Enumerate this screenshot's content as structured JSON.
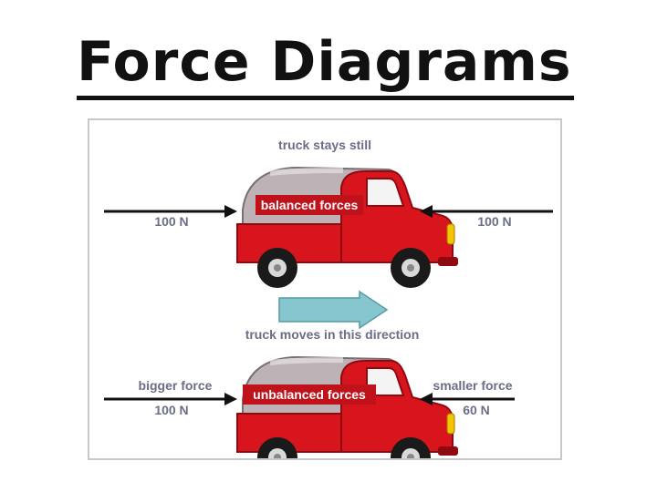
{
  "slide": {
    "title": "Force Diagrams"
  },
  "diagram": {
    "top": {
      "caption": "truck stays still",
      "truck_label": "balanced forces",
      "left_force": "100 N",
      "right_force": "100 N"
    },
    "motion": {
      "caption": "truck moves in this direction"
    },
    "bottom": {
      "truck_label": "unbalanced forces",
      "left_heading": "bigger force",
      "left_force": "100 N",
      "right_heading": "smaller force",
      "right_force": "60 N"
    },
    "colors": {
      "truck_body": "#d8141c",
      "truck_dark": "#8e0a10",
      "tank": "#bdb3b7",
      "arrow_fill": "#86c7cf",
      "label_text": "#6b6e86",
      "force_line": "#111111"
    }
  }
}
